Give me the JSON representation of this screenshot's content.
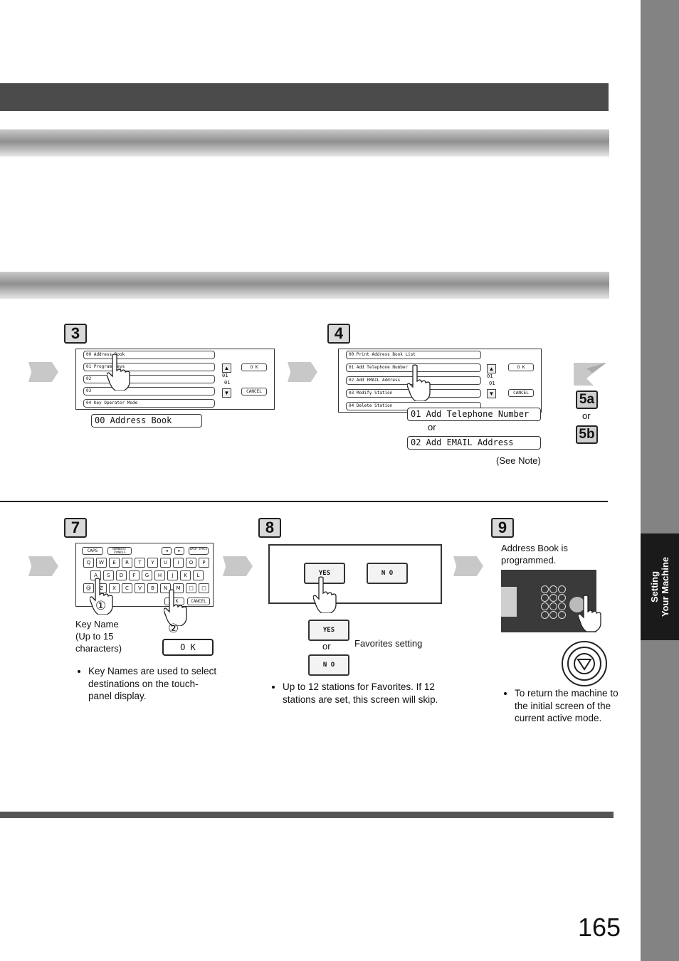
{
  "side_tab": {
    "line1": "Setting",
    "line2": "Your Machine"
  },
  "page_number": "165",
  "steps": {
    "s3": {
      "num": "3",
      "rows": [
        "00  Address Book",
        "01  Program Keys",
        "02",
        "03",
        "04  Key Operator Mode"
      ],
      "ok": "O K",
      "cancel": "CANCEL",
      "page_top": "01",
      "page_bot": "01",
      "result": "00  Address Book"
    },
    "s4": {
      "num": "4",
      "rows": [
        "00  Print Address Book List",
        "01  Add Telephone Number",
        "02  Add EMAIL Address",
        "03  Modify Station",
        "04  Delete Station"
      ],
      "ok": "O K",
      "cancel": "CANCEL",
      "page_top": "01",
      "page_bot": "01",
      "opt1": "01  Add Telephone Number",
      "or1": "or",
      "opt2": "02  Add EMAIL Address",
      "note": "(See Note)"
    },
    "s5": {
      "a": "5a",
      "or": "or",
      "b": "5b"
    },
    "s7": {
      "num": "7",
      "caps": "CAPS",
      "symbols": "NUMBERS/ SYMBOLS",
      "left": "◄",
      "right": "►",
      "backspace": "BACK SPACE",
      "row1": [
        "Q",
        "W",
        "E",
        "R",
        "T",
        "Y",
        "U",
        "I",
        "O",
        "P"
      ],
      "row2": [
        "A",
        "S",
        "D",
        "F",
        "G",
        "H",
        "J",
        "K",
        "L"
      ],
      "row3": [
        "@",
        "Z",
        "X",
        "C",
        "V",
        "B",
        "N",
        "M",
        "□",
        "□"
      ],
      "ok_small": "O K",
      "cancel_small": "CANCEL",
      "circle1": "①",
      "circle2": "②",
      "key_name": "Key Name (Up to 15 characters)",
      "ok_big": "O K",
      "bullet": "Key Names are used to select destinations on the touch-panel display."
    },
    "s8": {
      "num": "8",
      "yes": "YES",
      "no": "N O",
      "or": "or",
      "favorites": "Favorites setting",
      "bullet": "Up to 12 stations for Favorites. If 12 stations are set, this screen will skip."
    },
    "s9": {
      "num": "9",
      "caption": "Address Book is programmed.",
      "bullet": "To return the machine to the initial screen of the current active mode."
    }
  }
}
